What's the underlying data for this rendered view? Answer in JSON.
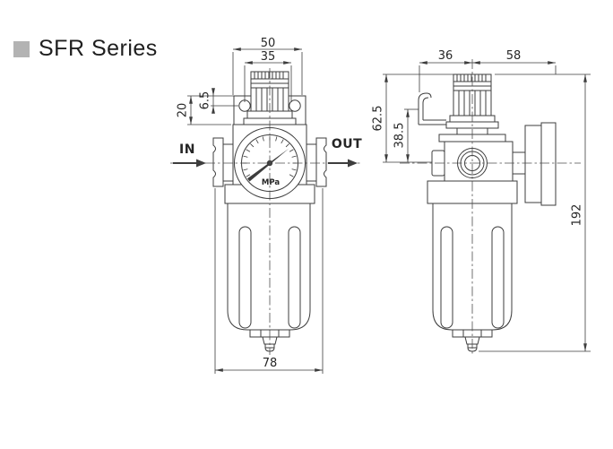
{
  "header": {
    "title": "SFR Series"
  },
  "colors": {
    "line": "#3d3d3d",
    "bullet_gray": "#b3b3b3",
    "text": "#262626",
    "background": "#ffffff"
  },
  "front_view": {
    "labels": {
      "inlet": "IN",
      "outlet": "OUT",
      "gauge_unit": "MPa"
    },
    "dims": {
      "bracket_width": "50",
      "knob_width": "35",
      "bracket_height": "20",
      "hole_offset": "6.5",
      "overall_width": "78"
    }
  },
  "side_view": {
    "dims": {
      "center_to_bracket": "36",
      "center_to_gauge_face": "58",
      "knob_top_to_port_center": "62.5",
      "bracket_to_port_center": "38.5",
      "overall_height": "192"
    }
  }
}
